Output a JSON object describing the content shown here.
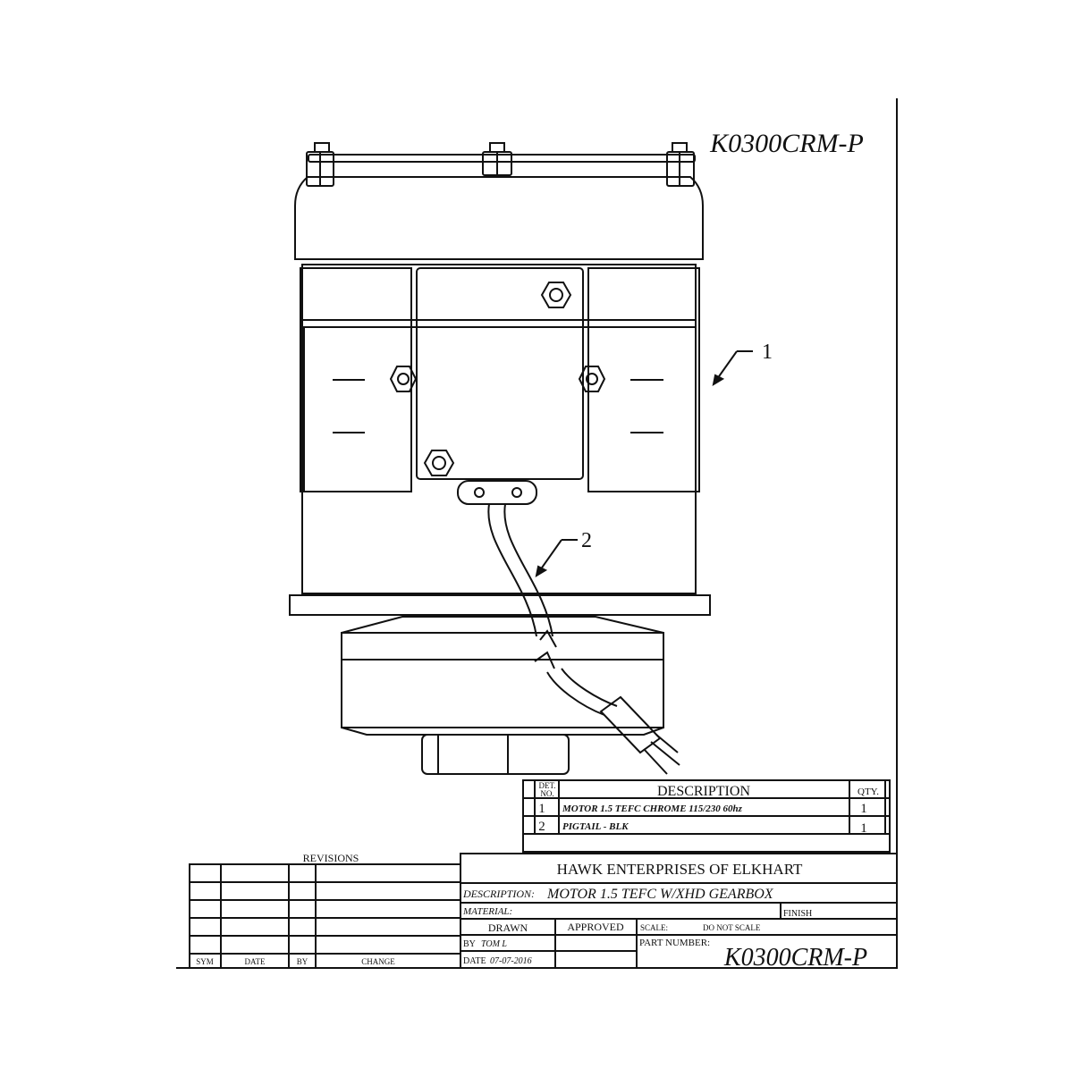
{
  "drawing_number": "K0300CRM-P",
  "callouts": [
    {
      "number": "1"
    },
    {
      "number": "2"
    }
  ],
  "bom": {
    "headers": {
      "det_no_line1": "DET.",
      "det_no_line2": "NO.",
      "description": "DESCRIPTION",
      "qty": "QTY."
    },
    "rows": [
      {
        "det": "1",
        "description": "MOTOR 1.5 TEFC CHROME 115/230 60hz",
        "qty": "1"
      },
      {
        "det": "2",
        "description": "PIGTAIL - BLK",
        "qty": "1"
      }
    ]
  },
  "revisions": {
    "title": "REVISIONS",
    "columns": [
      "SYM",
      "DATE",
      "BY",
      "CHANGE"
    ]
  },
  "title_block": {
    "company": "HAWK ENTERPRISES OF ELKHART",
    "description_label": "DESCRIPTION:",
    "description_value": "MOTOR 1.5 TEFC W/XHD GEARBOX",
    "material_label": "MATERIAL:",
    "finish_label": "FINISH",
    "drawn_label": "DRAWN",
    "approved_label": "APPROVED",
    "scale_label": "SCALE:",
    "scale_value": "DO NOT SCALE",
    "by_label": "BY",
    "by_value": "TOM L",
    "part_number_label": "PART NUMBER:",
    "part_number_value": "K0300CRM-P",
    "date_label": "DATE",
    "date_value": "07-07-2016"
  },
  "colors": {
    "line": "#111111",
    "paper": "#ffffff"
  }
}
